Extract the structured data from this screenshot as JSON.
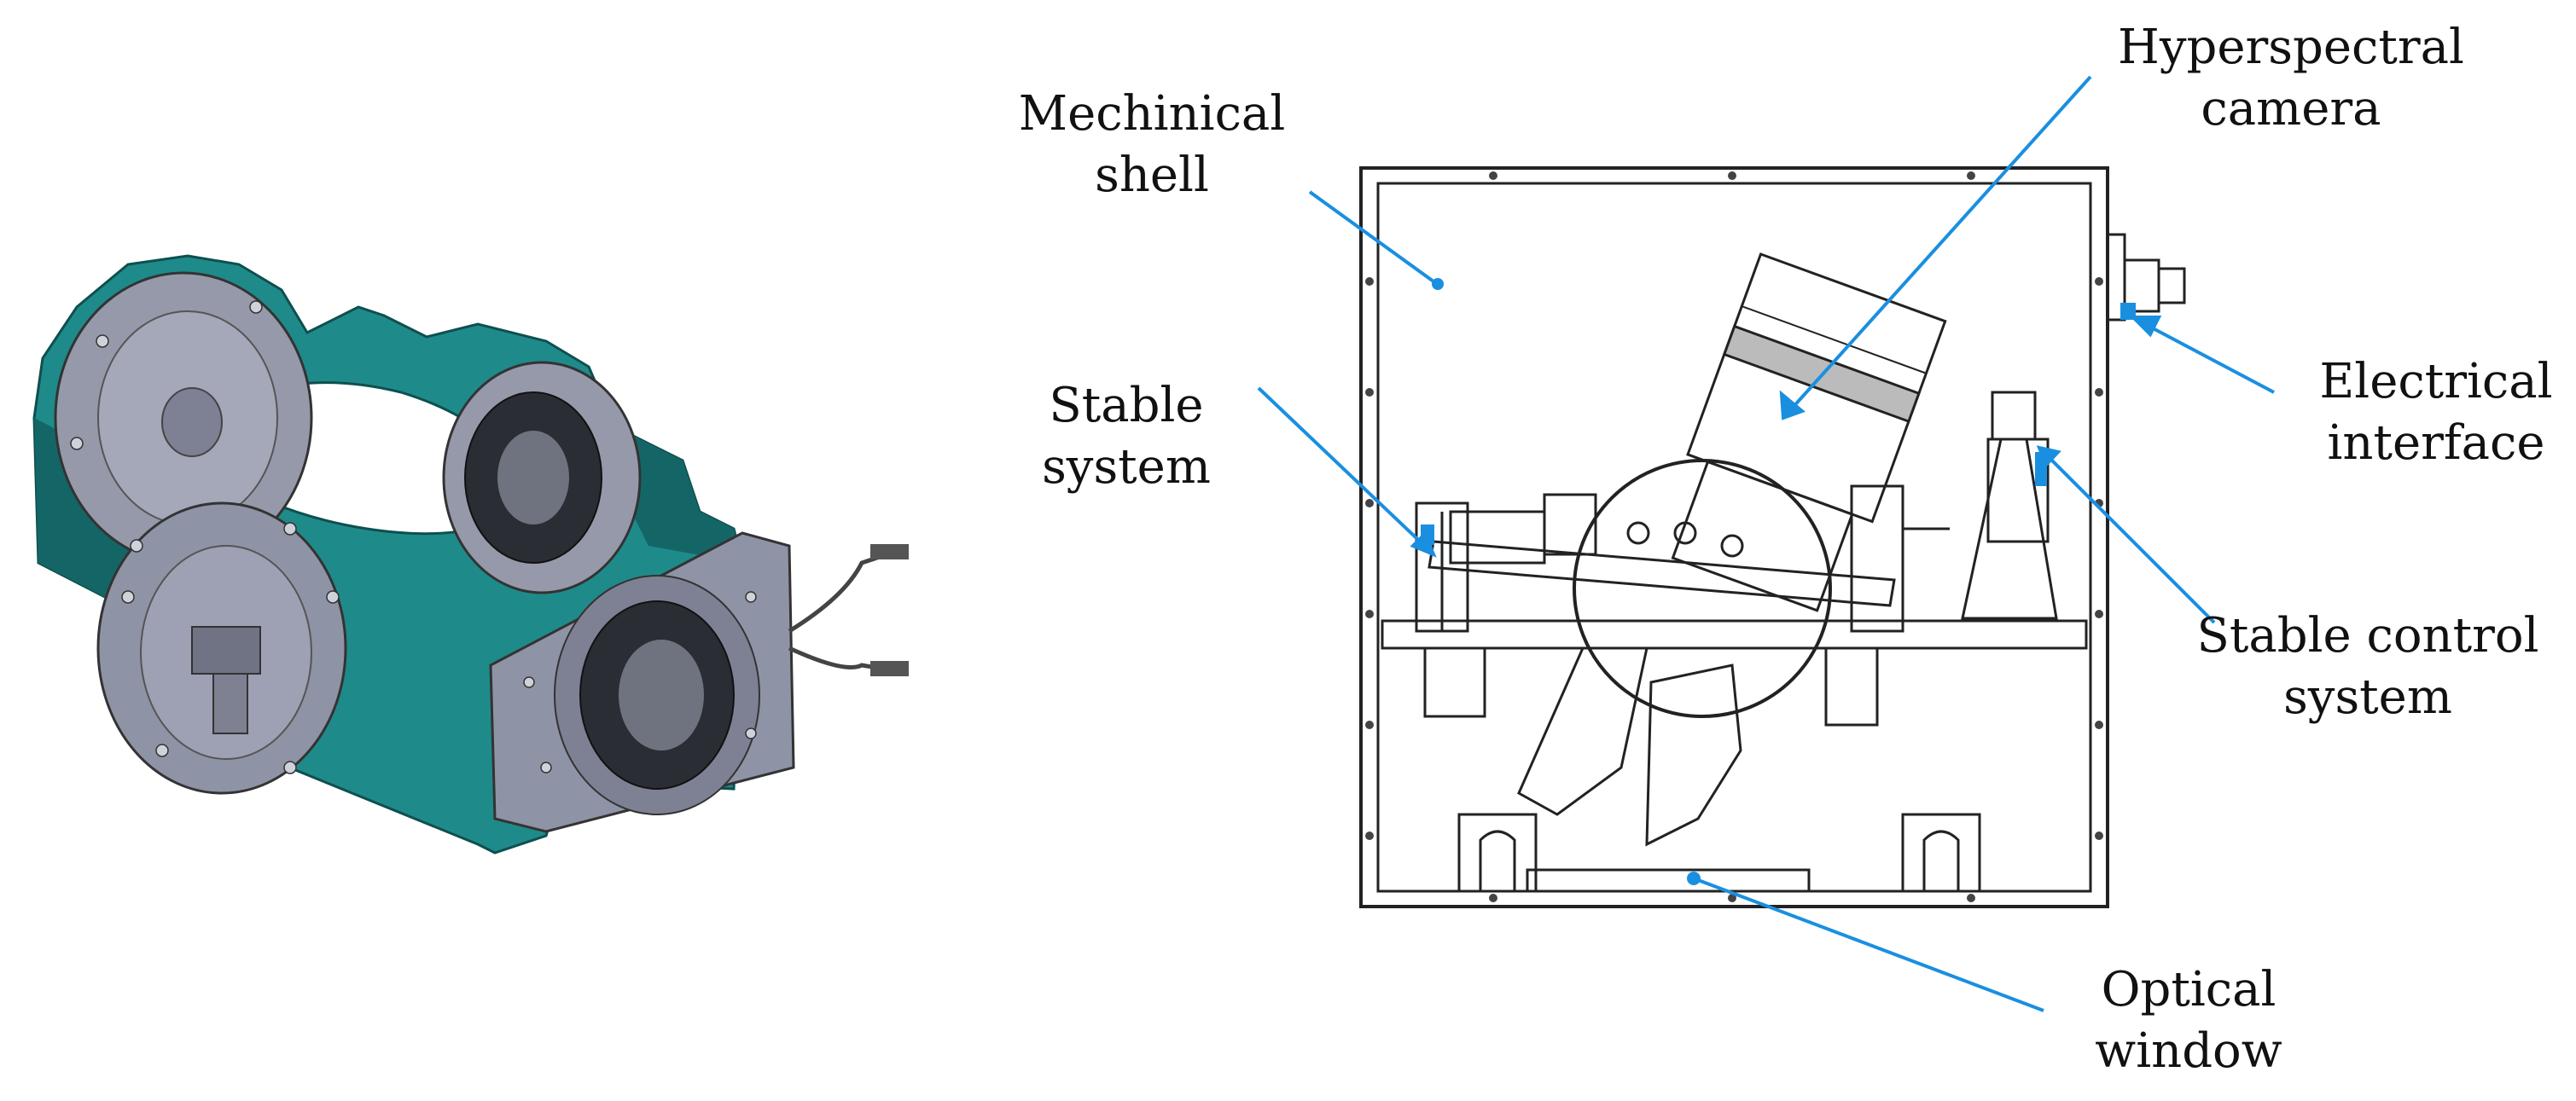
{
  "figure": {
    "labels": {
      "mechanical_shell": {
        "line1": "Mechinical",
        "line2": "shell"
      },
      "hyperspectral_camera": {
        "line1": "Hyperspectral",
        "line2": "camera"
      },
      "stable_system": {
        "line1": "Stable",
        "line2": "system"
      },
      "electrical_interface": {
        "line1": "Electrical",
        "line2": "interface"
      },
      "stable_control_system": {
        "line1": "Stable control",
        "line2": "system"
      },
      "optical_window": {
        "line1": "Optical",
        "line2": "window"
      }
    },
    "colors": {
      "leader_line": "#1a8fe0",
      "gimbal_teal": "#1f8a8a",
      "gimbal_dark_teal": "#146666",
      "gimbal_grey": "#8f93a6",
      "gimbal_dark": "#2a2d33",
      "drawing_line": "#222222"
    }
  }
}
